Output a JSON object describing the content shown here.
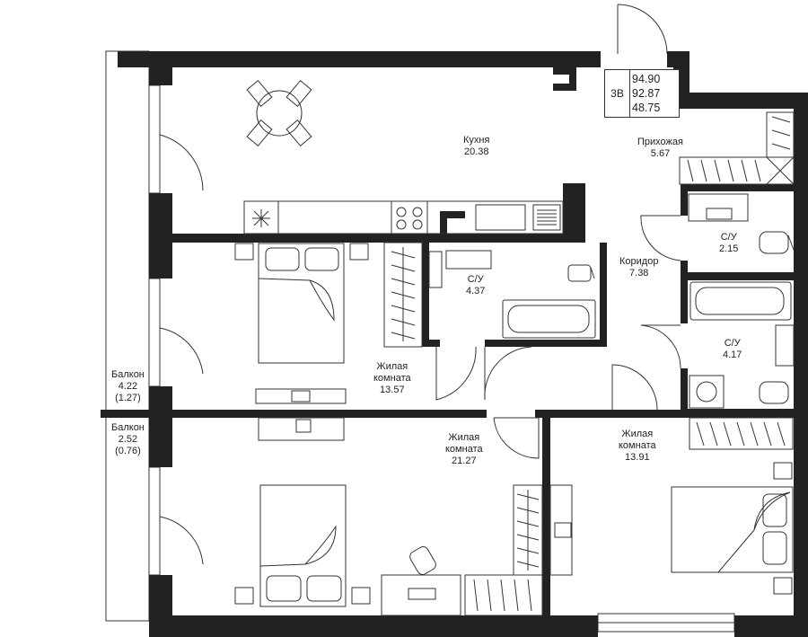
{
  "apartment": {
    "type": "3В",
    "areas": [
      "94.90",
      "92.87",
      "48.75"
    ]
  },
  "rooms": {
    "kitchen": {
      "name": "Кухня",
      "area": "20.38"
    },
    "hallway": {
      "name": "Прихожая",
      "area": "5.67"
    },
    "corridor": {
      "name": "Коридор",
      "area": "7.38"
    },
    "bath_1": {
      "name": "С/У",
      "area": "4.37"
    },
    "bath_2": {
      "name": "С/У",
      "area": "2.15"
    },
    "bath_3": {
      "name": "С/У",
      "area": "4.17"
    },
    "living_1": {
      "name_line1": "Жилая",
      "name_line2": "комната",
      "area": "13.57"
    },
    "living_2": {
      "name_line1": "Жилая",
      "name_line2": "комната",
      "area": "21.27"
    },
    "living_3": {
      "name_line1": "Жилая",
      "name_line2": "комната",
      "area": "13.91"
    },
    "balcony_1": {
      "name": "Балкон",
      "area": "4.22",
      "reduced": "(1.27)"
    },
    "balcony_2": {
      "name": "Балкон",
      "area": "2.52",
      "reduced": "(0.76)"
    }
  },
  "colors": {
    "wall": "#222222",
    "line": "#333333"
  }
}
